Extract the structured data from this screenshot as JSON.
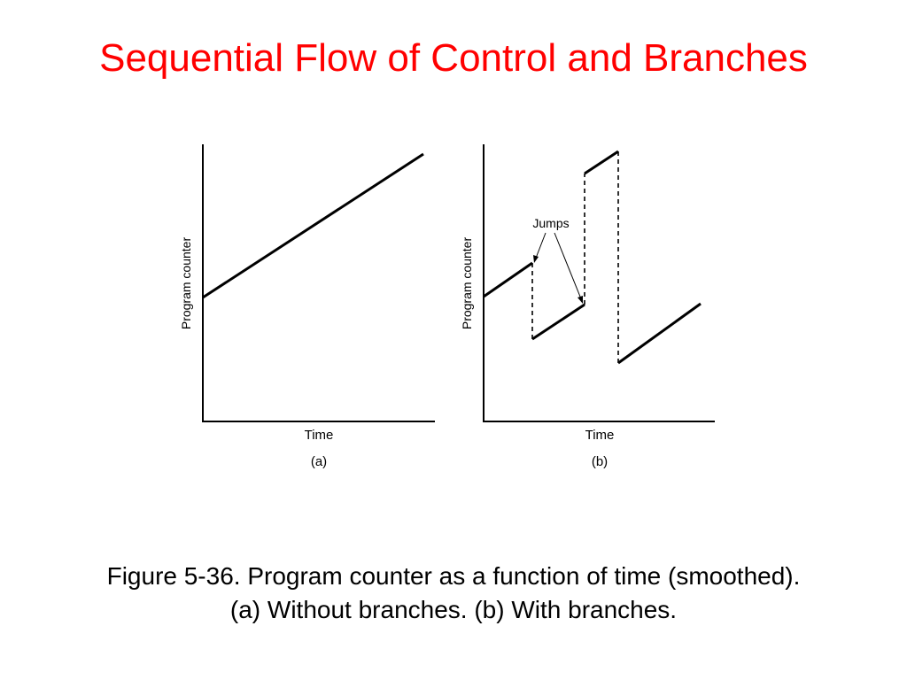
{
  "slide": {
    "title": "Sequential Flow of Control and Branches",
    "title_color": "#ff0000"
  },
  "figure": {
    "panel_a": {
      "ylabel": "Program counter",
      "xlabel": "Time",
      "label": "(a)"
    },
    "panel_b": {
      "ylabel": "Program counter",
      "xlabel": "Time",
      "label": "(b)",
      "annotation": "Jumps"
    }
  },
  "caption": {
    "line1": "Figure 5-36. Program counter as a function of time (smoothed).",
    "line2": "(a) Without branches. (b) With branches."
  }
}
